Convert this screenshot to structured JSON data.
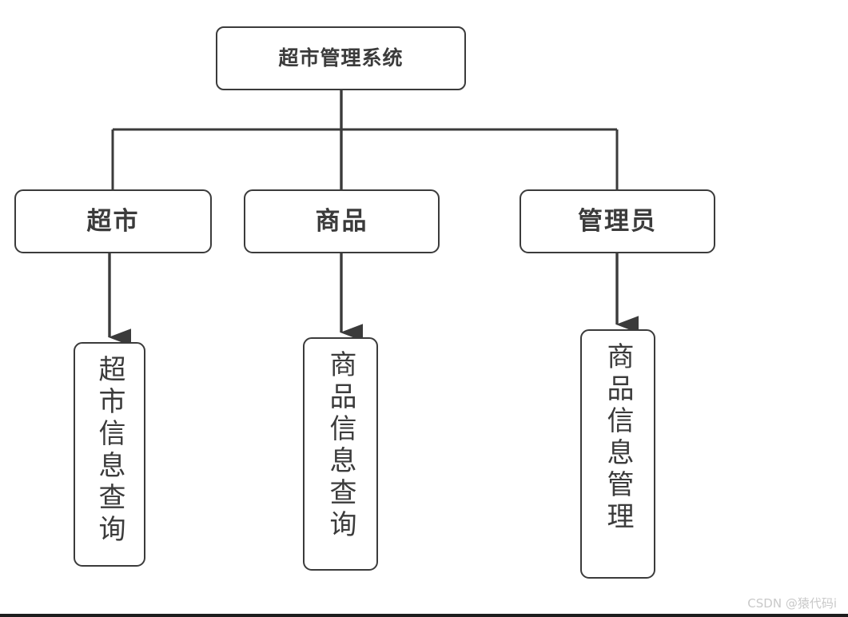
{
  "diagram": {
    "type": "tree-hierarchy",
    "title": "超市管理系统",
    "root": {
      "label": "超市管理系统"
    },
    "level2": [
      {
        "label": "超市"
      },
      {
        "label": "商品"
      },
      {
        "label": "管理员"
      }
    ],
    "leaves": [
      {
        "label": "超市信息查询",
        "parent": "超市"
      },
      {
        "label": "商品信息查询",
        "parent": "商品"
      },
      {
        "label": "商品信息管理",
        "parent": "管理员"
      }
    ]
  },
  "style": {
    "stroke_color": "#3b3b3b",
    "background_color": "#ffffff",
    "text_color": "#3b3b3b",
    "watermark_color": "#c9c9c9"
  },
  "watermark": {
    "text": "CSDN @猿代码i"
  }
}
